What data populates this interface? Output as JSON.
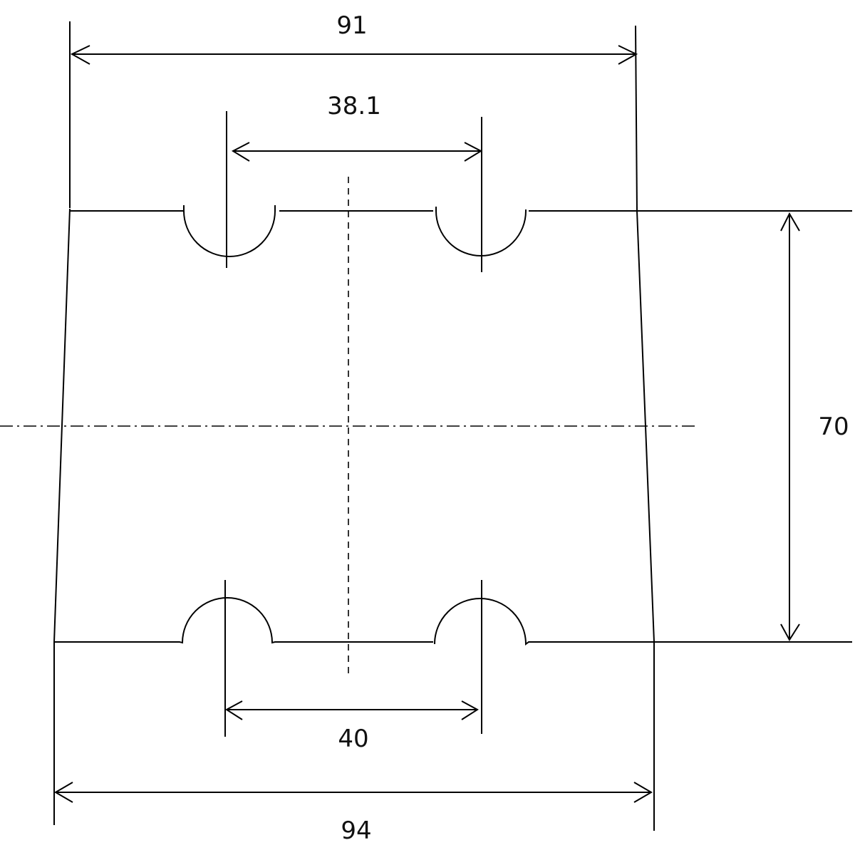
{
  "dimensions": {
    "top_width": "91",
    "top_hole_spacing": "38.1",
    "height": "70",
    "bottom_hole_spacing": "40",
    "bottom_width": "94"
  }
}
